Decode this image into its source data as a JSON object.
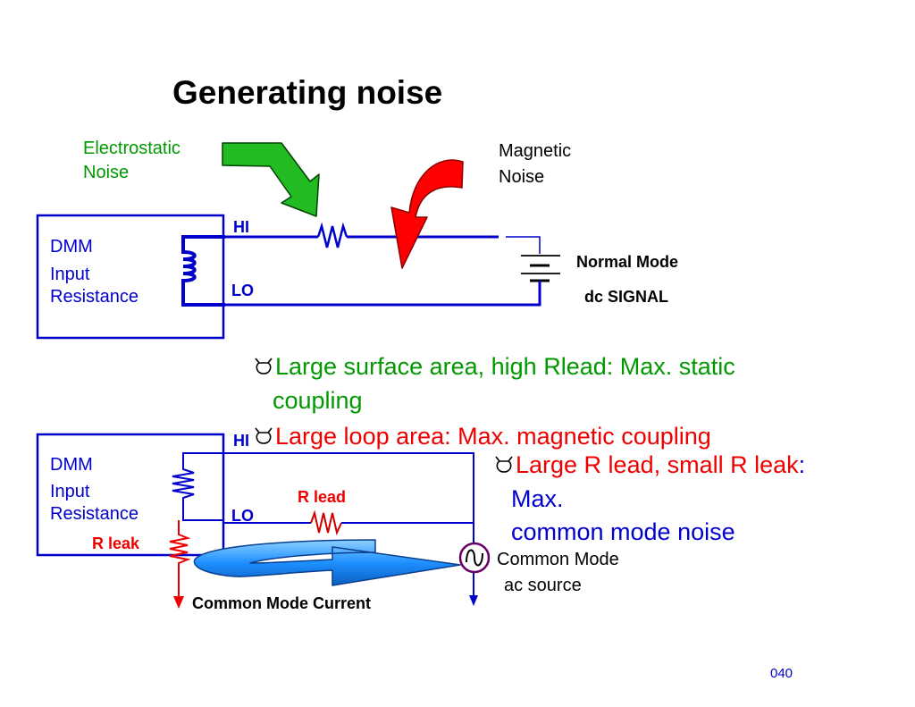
{
  "slide": {
    "title": "Generating noise",
    "page_number": "040"
  },
  "top_circuit": {
    "electrostatic_line1": "Electrostatic",
    "electrostatic_line2": "Noise",
    "magnetic_line1": "Magnetic",
    "magnetic_line2": "Noise",
    "hi_label": "HI",
    "lo_label": "LO",
    "dmm_line1": "DMM",
    "dmm_line2": "Input",
    "dmm_line3": "Resistance",
    "source_line1": "Normal Mode",
    "source_line2": "dc SIGNAL"
  },
  "bullets": {
    "b1_line1": "Large surface area, high Rlead: Max. static",
    "b1_line2": "coupling",
    "b2": "Large loop area: Max. magnetic coupling",
    "b3_part1": "Large R lead, small R leak",
    "b3_colon": ":",
    "b3_line2": "Max.",
    "b3_line3": "common mode noise"
  },
  "bottom_circuit": {
    "hi_label": "HI",
    "lo_label": "LO",
    "dmm_line1": "DMM",
    "dmm_line2": "Input",
    "dmm_line3": "Resistance",
    "r_lead": "R lead",
    "r_leak": "R leak",
    "current_label": "Common Mode Current",
    "source_line1": "Common Mode",
    "source_line2": "ac source"
  },
  "colors": {
    "wire": "#0000cc",
    "electrostatic_arrow": "#22bb22",
    "magnetic_arrow": "#ff0000",
    "current_arrow": "#1e90ff",
    "leak": "#ee0000"
  }
}
